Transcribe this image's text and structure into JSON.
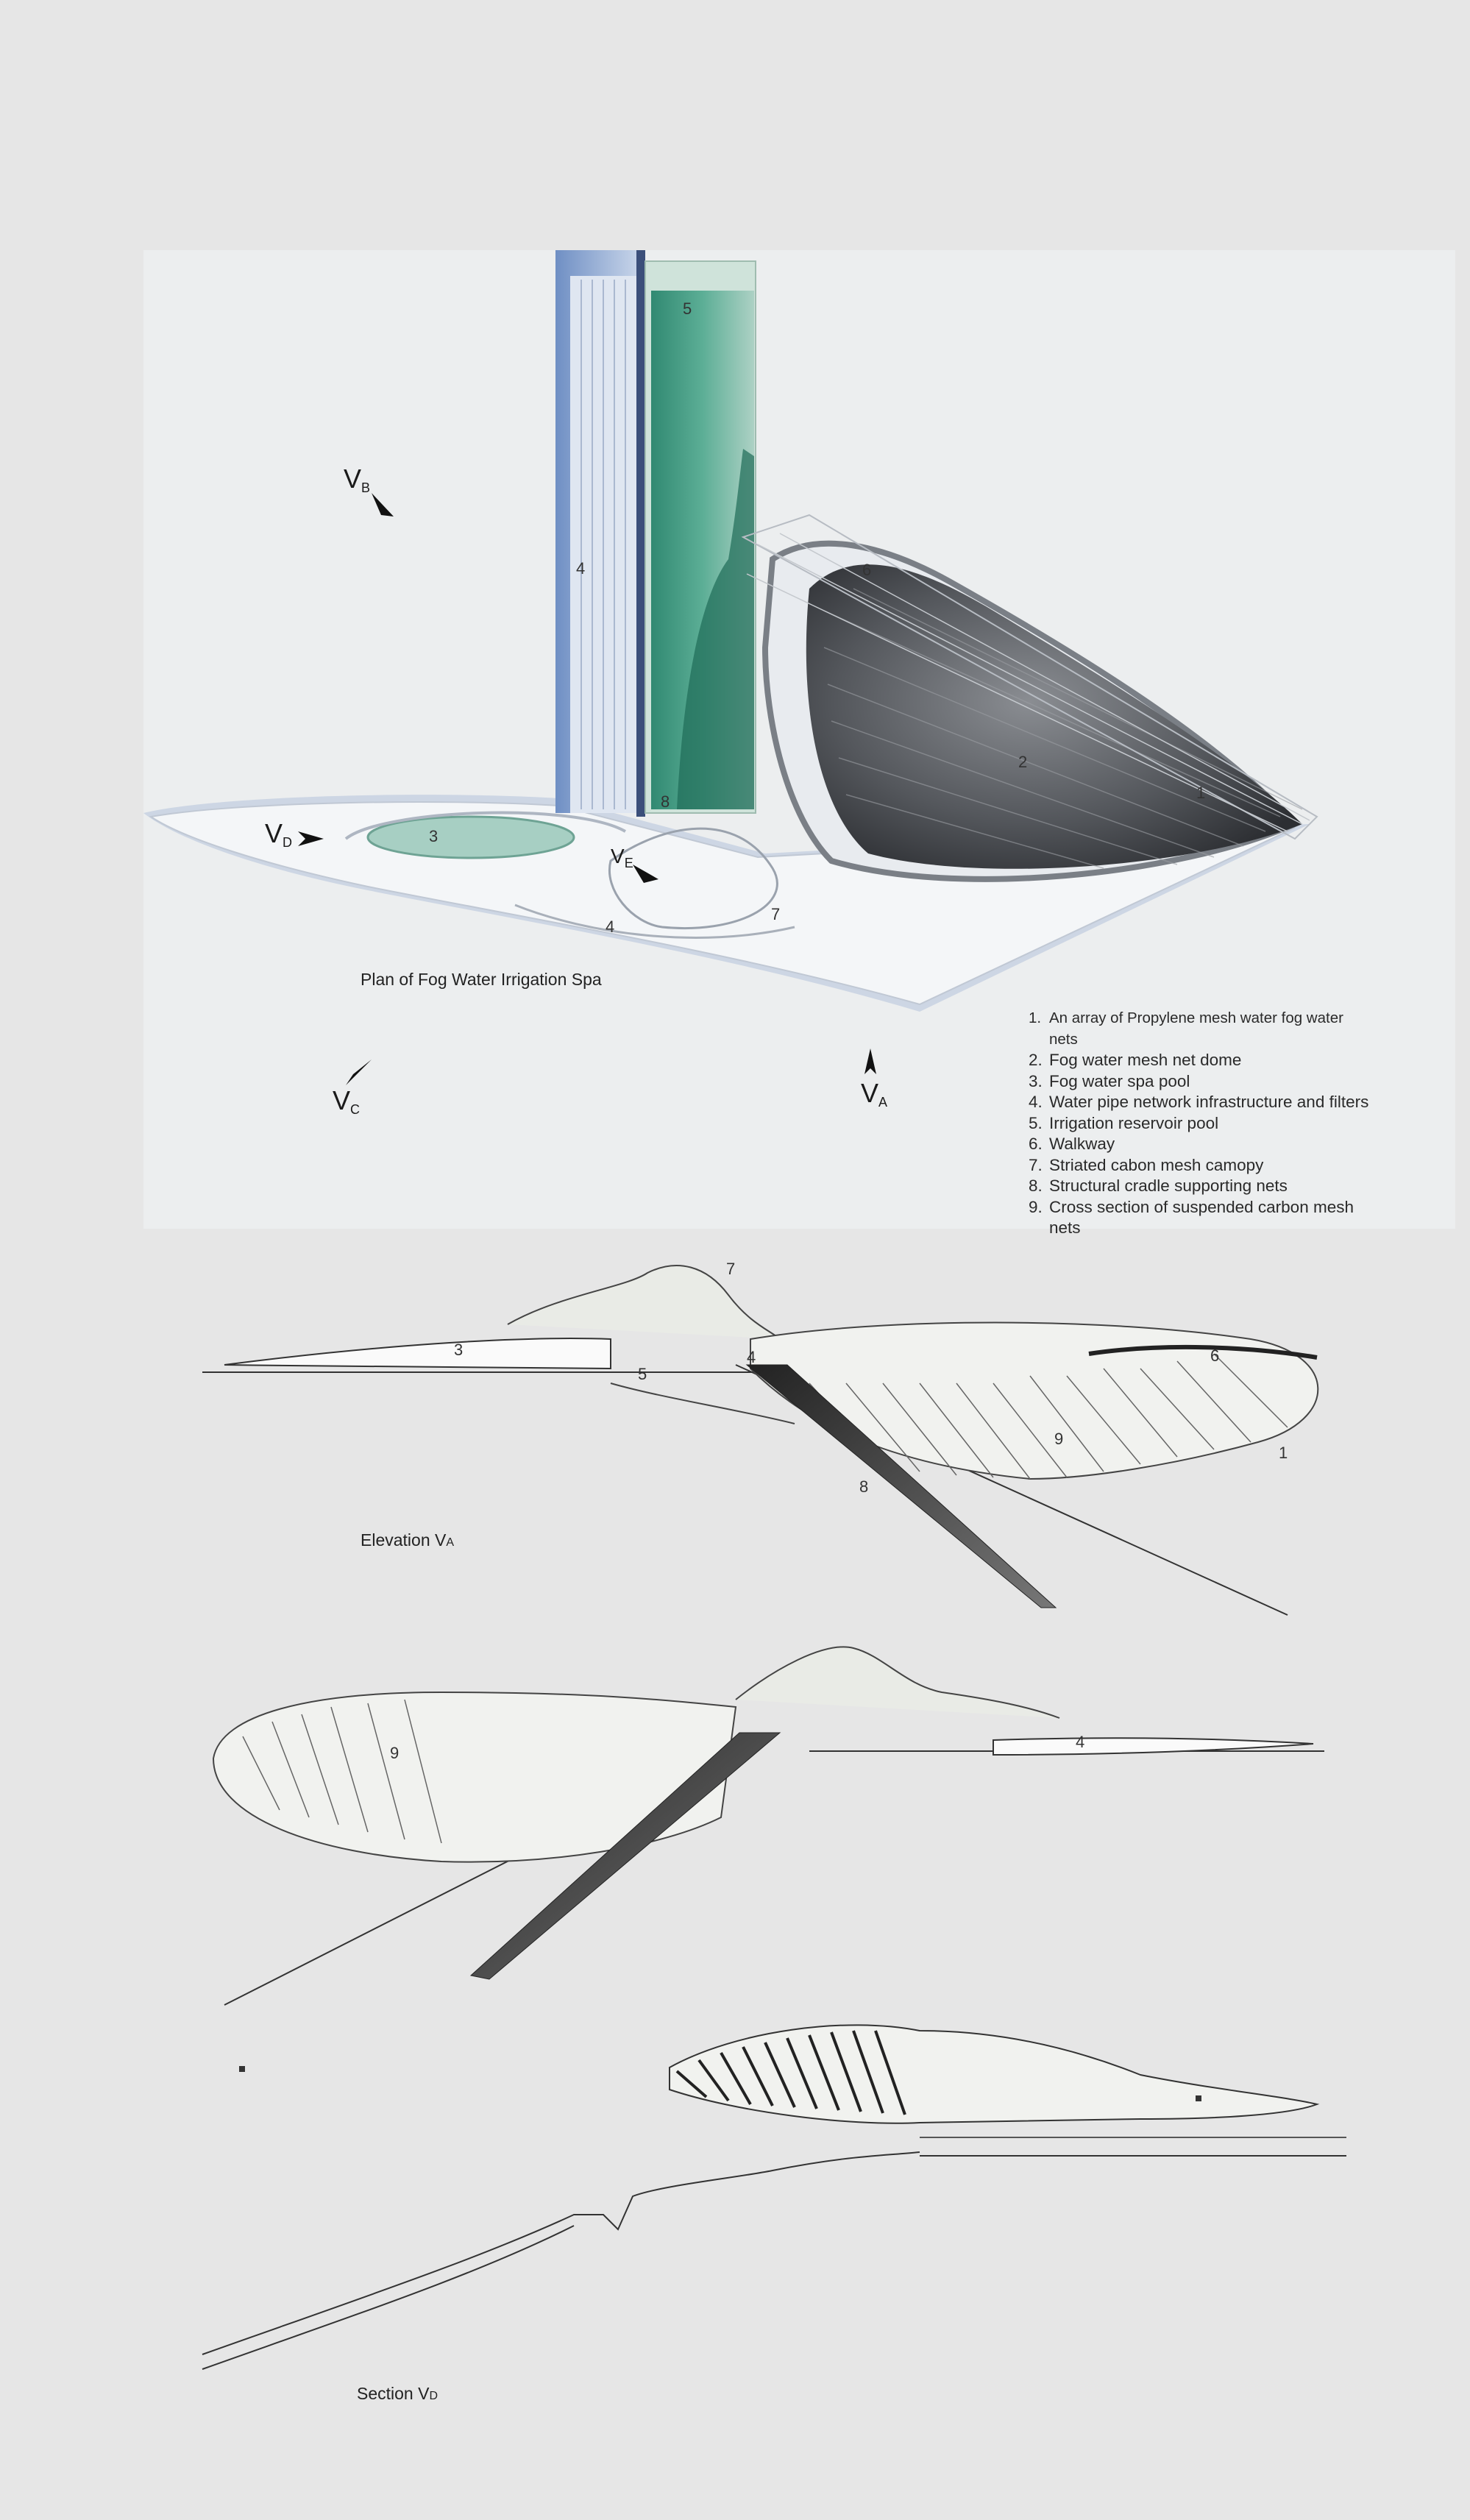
{
  "plan": {
    "caption": "Plan of Fog Water Irrigation Spa",
    "numbers": {
      "n1": "1",
      "n2": "2",
      "n3": "3",
      "n4a": "4",
      "n4b": "4",
      "n5": "5",
      "n6": "6",
      "n7": "7",
      "n8": "8"
    },
    "views": {
      "vb": {
        "main": "V",
        "sub": "B"
      },
      "vd": {
        "main": "V",
        "sub": "D"
      },
      "ve": {
        "main": "V",
        "sub": "E"
      },
      "vc": {
        "main": "V",
        "sub": "C"
      },
      "va": {
        "main": "V",
        "sub": "A"
      }
    }
  },
  "legend": [
    {
      "n": "1.",
      "text": "An array of Propylene mesh water fog water nets"
    },
    {
      "n": "2.",
      "text": "Fog water mesh net dome"
    },
    {
      "n": "3.",
      "text": "Fog water spa pool"
    },
    {
      "n": "4.",
      "text": "Water pipe network infrastructure and filters"
    },
    {
      "n": "5.",
      "text": "Irrigation reservoir pool"
    },
    {
      "n": "6.",
      "text": "Walkway"
    },
    {
      "n": "7.",
      "text": "Striated cabon mesh camopy"
    },
    {
      "n": "8.",
      "text": "Structural cradle supporting nets"
    },
    {
      "n": "9.",
      "text": "Cross section of suspended carbon mesh nets"
    }
  ],
  "elevation_a": {
    "caption_main": "Elevation V",
    "caption_sub": "A",
    "numbers": {
      "n7": "7",
      "n3": "3",
      "n5": "5",
      "n4": "4",
      "n6": "6",
      "n9": "9",
      "n1": "1",
      "n8": "8"
    }
  },
  "elevation_b": {
    "numbers": {
      "n9": "9",
      "n4": "4"
    }
  },
  "section_d": {
    "caption_main": "Section V",
    "caption_sub": "D"
  },
  "colors": {
    "background": "#e6e6e6",
    "panel": "#eceeef",
    "glass_blue": "#7e9bc9",
    "reservoir_green": "#2f9378",
    "mesh_gray": "#5f6268"
  }
}
